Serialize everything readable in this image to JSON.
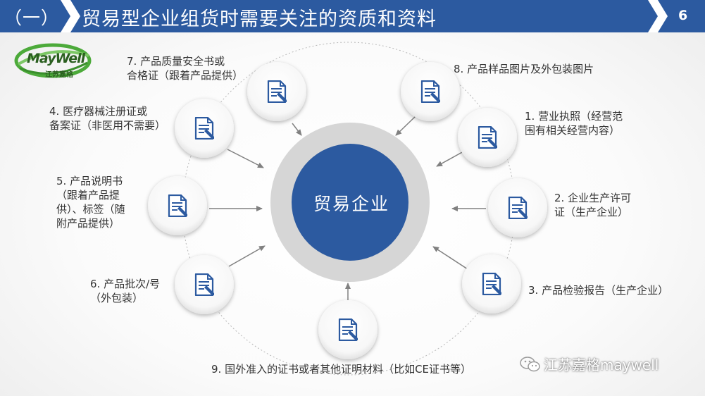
{
  "header": {
    "section_label": "（一）",
    "title": "贸易型企业组货时需要关注的资质和资料",
    "page_number": "6",
    "color": "#2c5aa0"
  },
  "logo": {
    "brand": "MayWell",
    "subtitle": "江苏嘉格"
  },
  "center": {
    "label": "贸易企业",
    "fill": "#2c5aa0",
    "ring": "#d4d4d4"
  },
  "items": [
    {
      "id": "1",
      "text_lines": [
        "1. 营业执照（经营范",
        "围有相关经营内容）"
      ],
      "icon": "document-pen-icon"
    },
    {
      "id": "2",
      "text_lines": [
        "2. 企业生产许可",
        "证（生产企业）"
      ],
      "icon": "document-pen-icon"
    },
    {
      "id": "3",
      "text_lines": [
        "3. 产品检验报告（生产企业）"
      ],
      "icon": "document-pen-icon"
    },
    {
      "id": "4",
      "text_lines": [
        "4. 医疗器械注册证或",
        "备案证（非医用不需要）"
      ],
      "icon": "document-pen-icon"
    },
    {
      "id": "5",
      "text_lines": [
        "5. 产品说明书",
        "（跟着产品提",
        "供）、标签（随",
        "附产品提供）"
      ],
      "icon": "document-pen-icon"
    },
    {
      "id": "6",
      "text_lines": [
        "6. 产品批次/号",
        "（外包装）"
      ],
      "icon": "document-pen-icon"
    },
    {
      "id": "7",
      "text_lines": [
        "7. 产品质量安全书或",
        "合格证（跟着产品提供）"
      ],
      "icon": "document-pen-icon"
    },
    {
      "id": "8",
      "text_lines": [
        "8. 产品样品图片及外包装图片"
      ],
      "icon": "document-pen-icon"
    },
    {
      "id": "9",
      "text_lines": [
        "9. 国外准入的证书或者其他证明材料（比如CE证书等）"
      ],
      "icon": "document-pen-icon"
    }
  ],
  "watermark": {
    "text": "江苏嘉格maywell",
    "icon": "wechat-icon"
  }
}
